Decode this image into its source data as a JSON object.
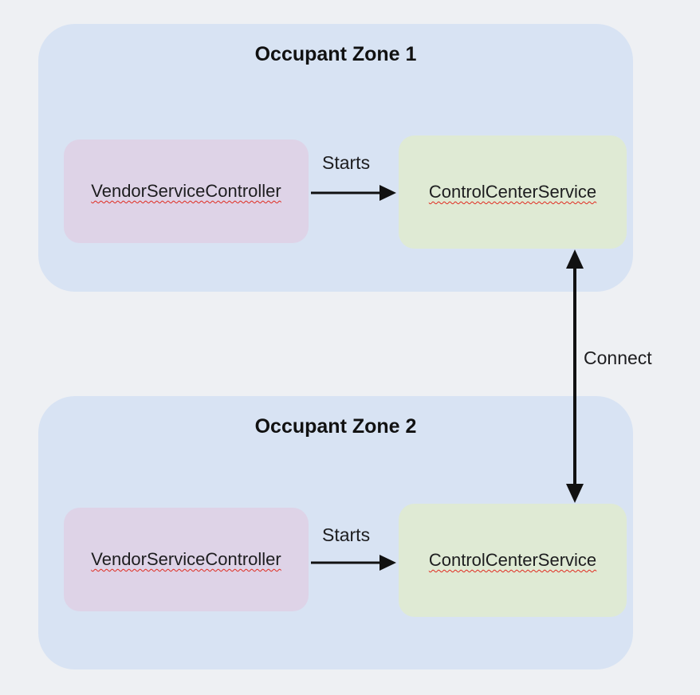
{
  "diagram": {
    "zones": [
      {
        "title": "Occupant Zone 1",
        "vendor_label": "VendorServiceController",
        "control_label": "ControlCenterService",
        "starts_label": "Starts"
      },
      {
        "title": "Occupant Zone 2",
        "vendor_label": "VendorServiceController",
        "control_label": "ControlCenterService",
        "starts_label": "Starts"
      }
    ],
    "connect_label": "Connect"
  },
  "colors": {
    "background": "#eef0f3",
    "zone_fill": "#d8e3f3",
    "vendor_fill": "#ded3e7",
    "control_fill": "#dfead4",
    "arrow": "#111111",
    "text": "#1d1d1f",
    "misspell_underline": "#e02a1f"
  }
}
